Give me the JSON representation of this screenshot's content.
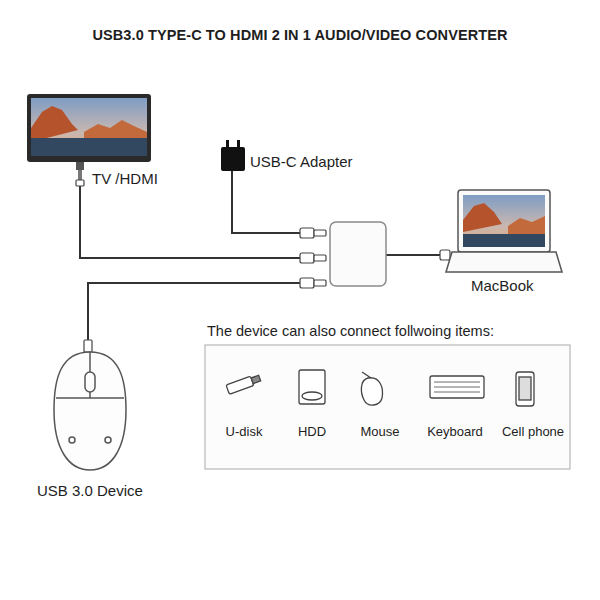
{
  "diagram": {
    "title": "USB3.0 TYPE-C TO HDMI 2 IN 1 AUDIO/VIDEO CONVERTER",
    "nodes": [
      {
        "text": [
          "TV /HDMI"
        ]
      },
      {
        "text": [
          "USB-C Adapter"
        ]
      },
      {
        "text": [
          "MacBook"
        ]
      },
      {
        "text": [
          "USB 3.0 Device"
        ]
      },
      {
        "text": [
          "The device can also connect follwoing items:"
        ]
      }
    ],
    "labels": [
      "U-disk",
      "HDD",
      "Mouse",
      "Keyboard",
      "Cell phone"
    ]
  }
}
